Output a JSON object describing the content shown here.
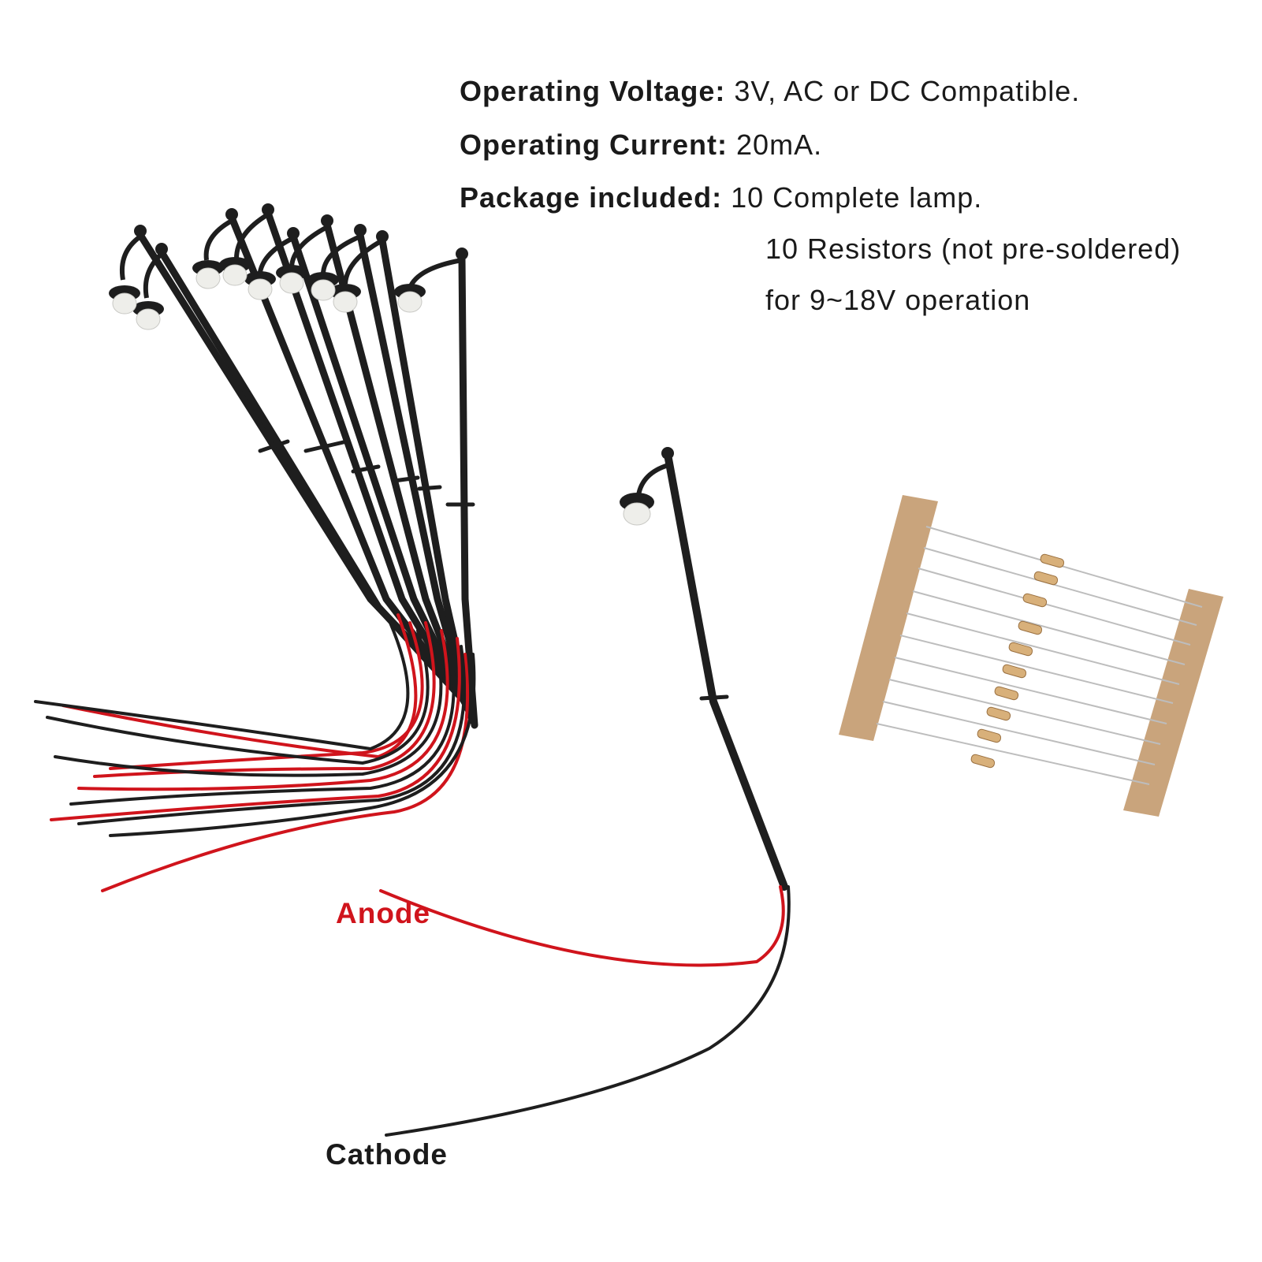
{
  "specs": {
    "voltage": {
      "label": "Operating Voltage:",
      "value": "3V, AC or DC Compatible."
    },
    "current": {
      "label": "Operating Current:",
      "value": "20mA."
    },
    "package": {
      "label": "Package included:",
      "value": "10 Complete lamp."
    },
    "resistors_line": "10 Resistors (not pre-soldered)",
    "operation_line": "for 9~18V operation"
  },
  "labels": {
    "anode": "Anode",
    "cathode": "Cathode"
  },
  "colors": {
    "anode": "#d0141c",
    "cathode": "#1a1a1a",
    "lamp_body": "#1e1e1e",
    "globe": "#eeeeea",
    "tape": "#c9a47c"
  }
}
